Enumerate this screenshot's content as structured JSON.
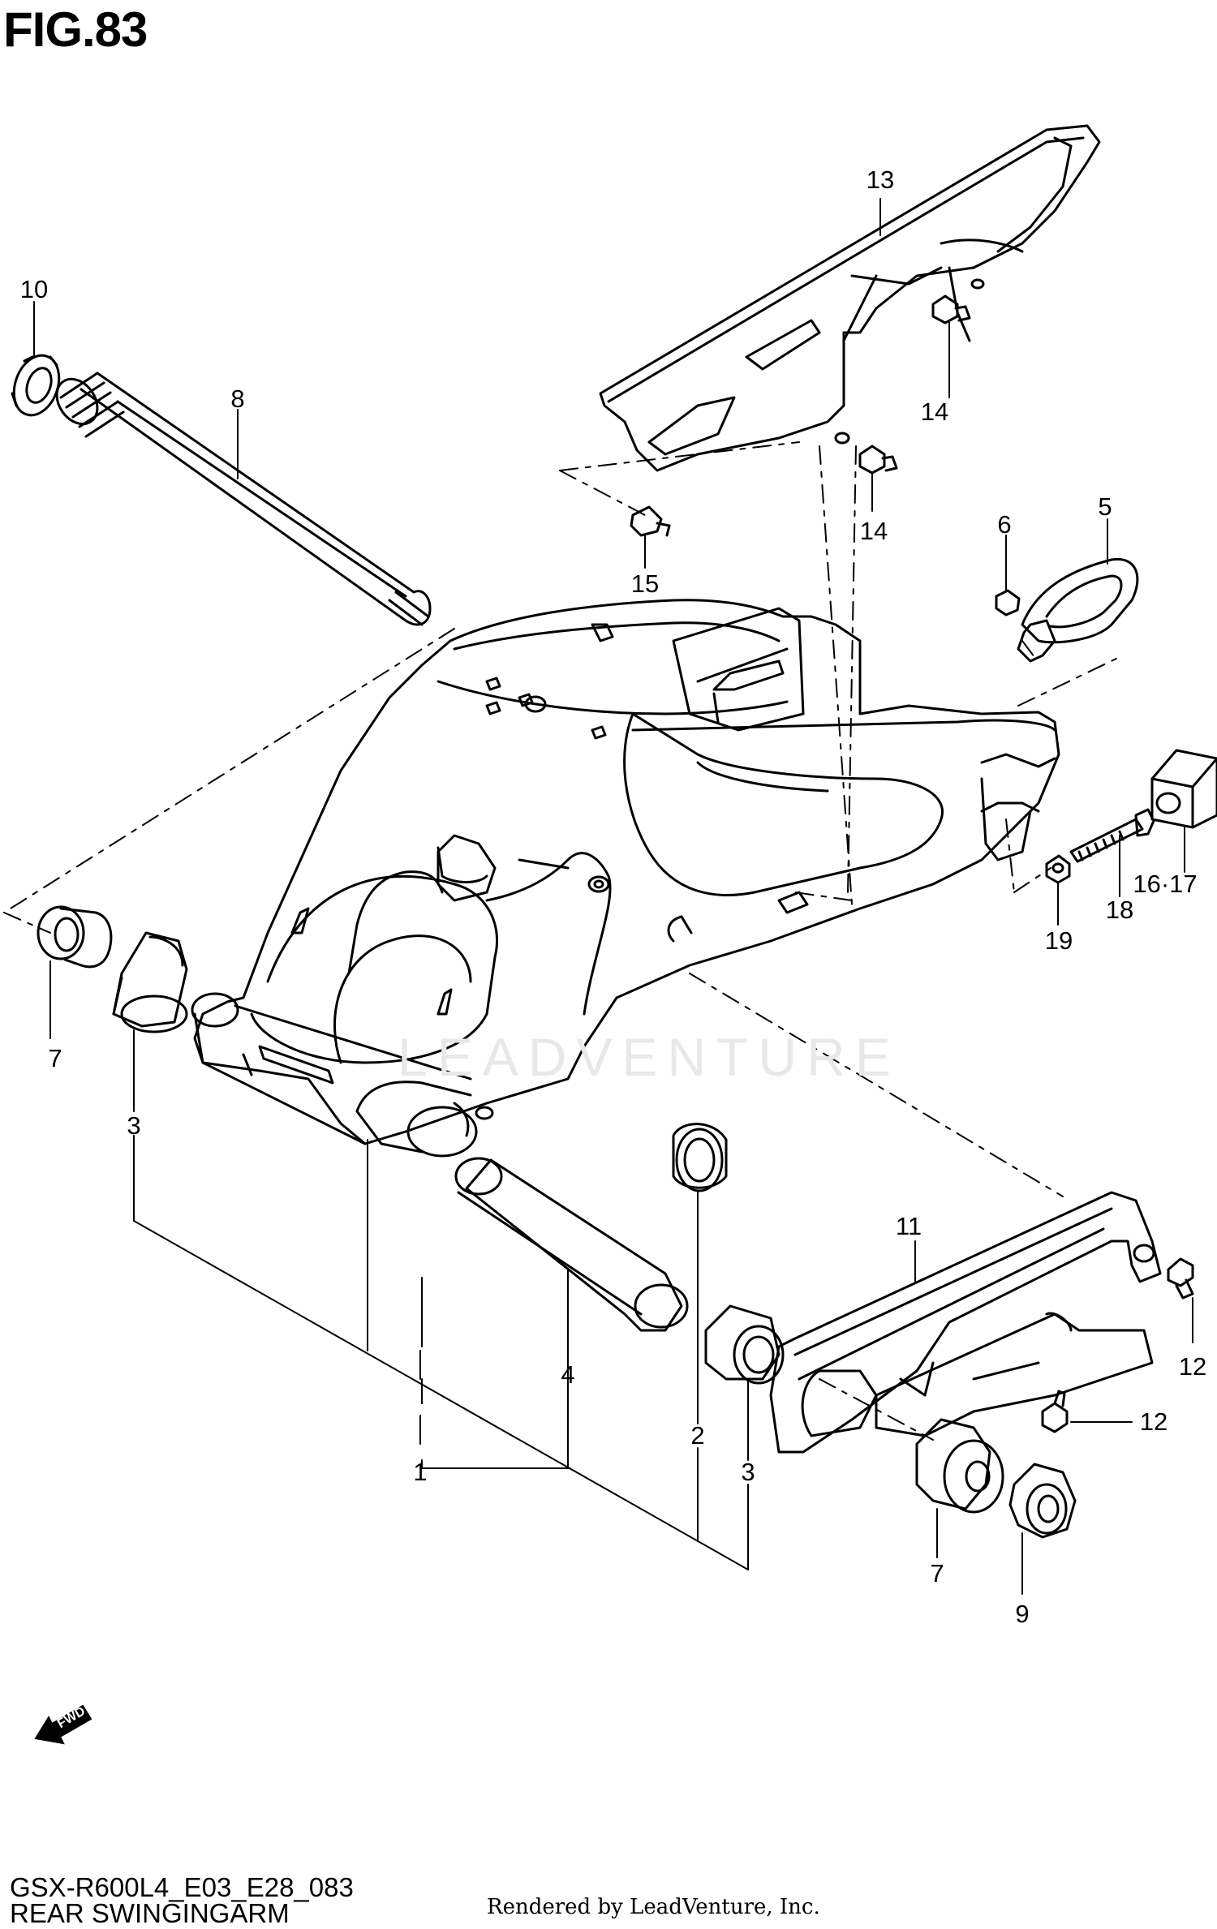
{
  "header": {
    "figure_title": "FIG.83"
  },
  "footer": {
    "diagram_code": "GSX-R600L4_E03_E28_083",
    "diagram_name": "REAR SWINGINGARM",
    "rendered_by": "Rendered by LeadVenture, Inc."
  },
  "watermark": {
    "text": "LEADVENTURE"
  },
  "direction_marker": {
    "text": "FWD",
    "icon": "fwd-arrow-icon"
  },
  "callouts": {
    "c1": "1",
    "c2": "2",
    "c3a": "3",
    "c3b": "3",
    "c4": "4",
    "c5": "5",
    "c6": "6",
    "c7a": "7",
    "c7b": "7",
    "c8": "8",
    "c9": "9",
    "c10": "10",
    "c11": "11",
    "c12a": "12",
    "c12b": "12",
    "c13": "13",
    "c14a": "14",
    "c14b": "14",
    "c15": "15",
    "c16_17": "16·17",
    "c18": "18",
    "c19": "19"
  }
}
